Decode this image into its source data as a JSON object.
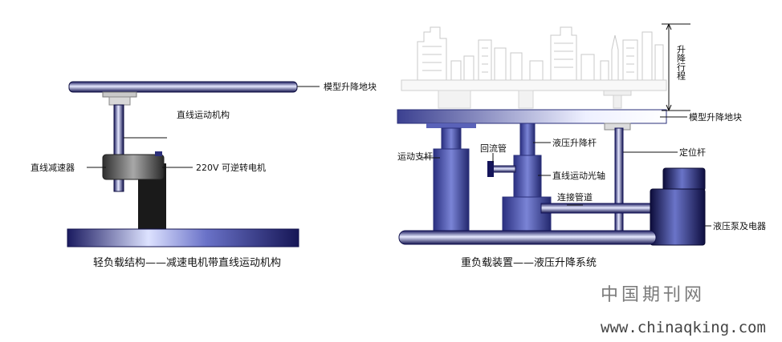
{
  "left": {
    "labels": {
      "model_block": "模型升降地块",
      "linear_mechanism": "直线运动机构",
      "linear_reducer": "直线减速器",
      "motor": "220V 可逆转电机"
    },
    "caption": "轻负载结构——减速电机带直线运动机构"
  },
  "right": {
    "labels": {
      "stroke": "升降行程",
      "model_block": "模型升降地块",
      "motion_column": "运动支杆",
      "return_pipe": "回流管",
      "hydraulic_rod": "液压升降杆",
      "guide_shaft": "直线运动光轴",
      "positioning_rod": "定位杆",
      "connecting_pipe": "连接管道",
      "pump": "液压泵及电器"
    },
    "caption": "重负载装置——液压升降系统"
  },
  "watermark": {
    "cn": "中国期刊网",
    "url": "www.chinaqking.com"
  },
  "colors": {
    "blue_dark": "#14145a",
    "blue_light": "#d6dcff",
    "black_motor": "#1a1a1a",
    "gray_body": "#5a5a5a"
  }
}
